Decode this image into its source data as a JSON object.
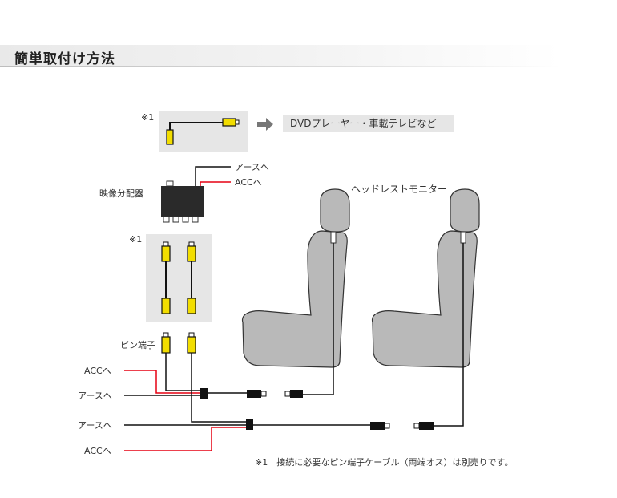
{
  "title": "簡単取付け方法",
  "labels": {
    "note_mark_top": "※1",
    "note_mark_mid": "※1",
    "dvd_box": "DVDプレーヤー・車載テレビなど",
    "earth_top": "アースへ",
    "acc_top": "ACCへ",
    "splitter": "映像分配器",
    "monitor": "ヘッドレストモニター",
    "pin": "ピン端子",
    "acc_left_1": "ACCへ",
    "earth_left_1": "アースへ",
    "earth_left_2": "アースへ",
    "acc_left_2": "ACCへ",
    "footnote": "※1　接続に必要なピン端子ケーブル（両端オス）は別売りです。"
  },
  "icons": {
    "arrow": "arrow-right-icon",
    "splitter": "splitter-box-icon",
    "seat": "car-seat-icon",
    "rca": "rca-plug-icon"
  },
  "colors": {
    "rca_yellow": "#f2dd00",
    "acc_red": "#e60012",
    "wire": "#111111",
    "panel": "#e6e6e6",
    "seat_fill": "#b9b9b9",
    "dvd_box": "#e6e6e6"
  }
}
